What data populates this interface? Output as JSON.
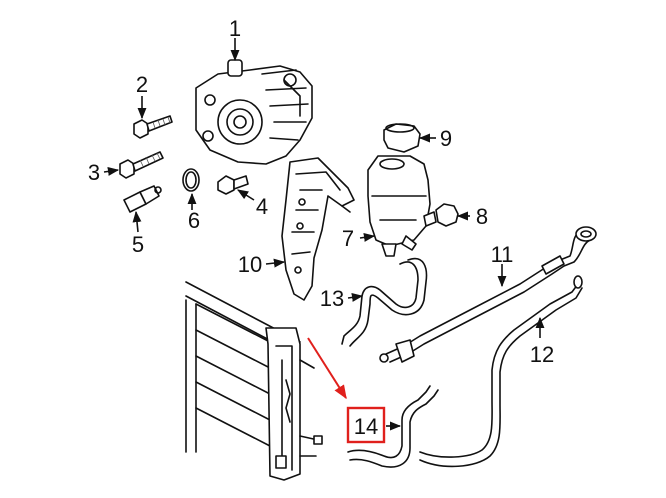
{
  "diagram": {
    "callouts": [
      {
        "id": "1",
        "label": "1"
      },
      {
        "id": "2",
        "label": "2"
      },
      {
        "id": "3",
        "label": "3"
      },
      {
        "id": "4",
        "label": "4"
      },
      {
        "id": "5",
        "label": "5"
      },
      {
        "id": "6",
        "label": "6"
      },
      {
        "id": "7",
        "label": "7"
      },
      {
        "id": "8",
        "label": "8"
      },
      {
        "id": "9",
        "label": "9"
      },
      {
        "id": "10",
        "label": "10"
      },
      {
        "id": "11",
        "label": "11"
      },
      {
        "id": "12",
        "label": "12"
      },
      {
        "id": "13",
        "label": "13"
      },
      {
        "id": "14",
        "label": "14"
      }
    ],
    "highlight": {
      "callout": "14",
      "color": "#e0201c"
    }
  }
}
